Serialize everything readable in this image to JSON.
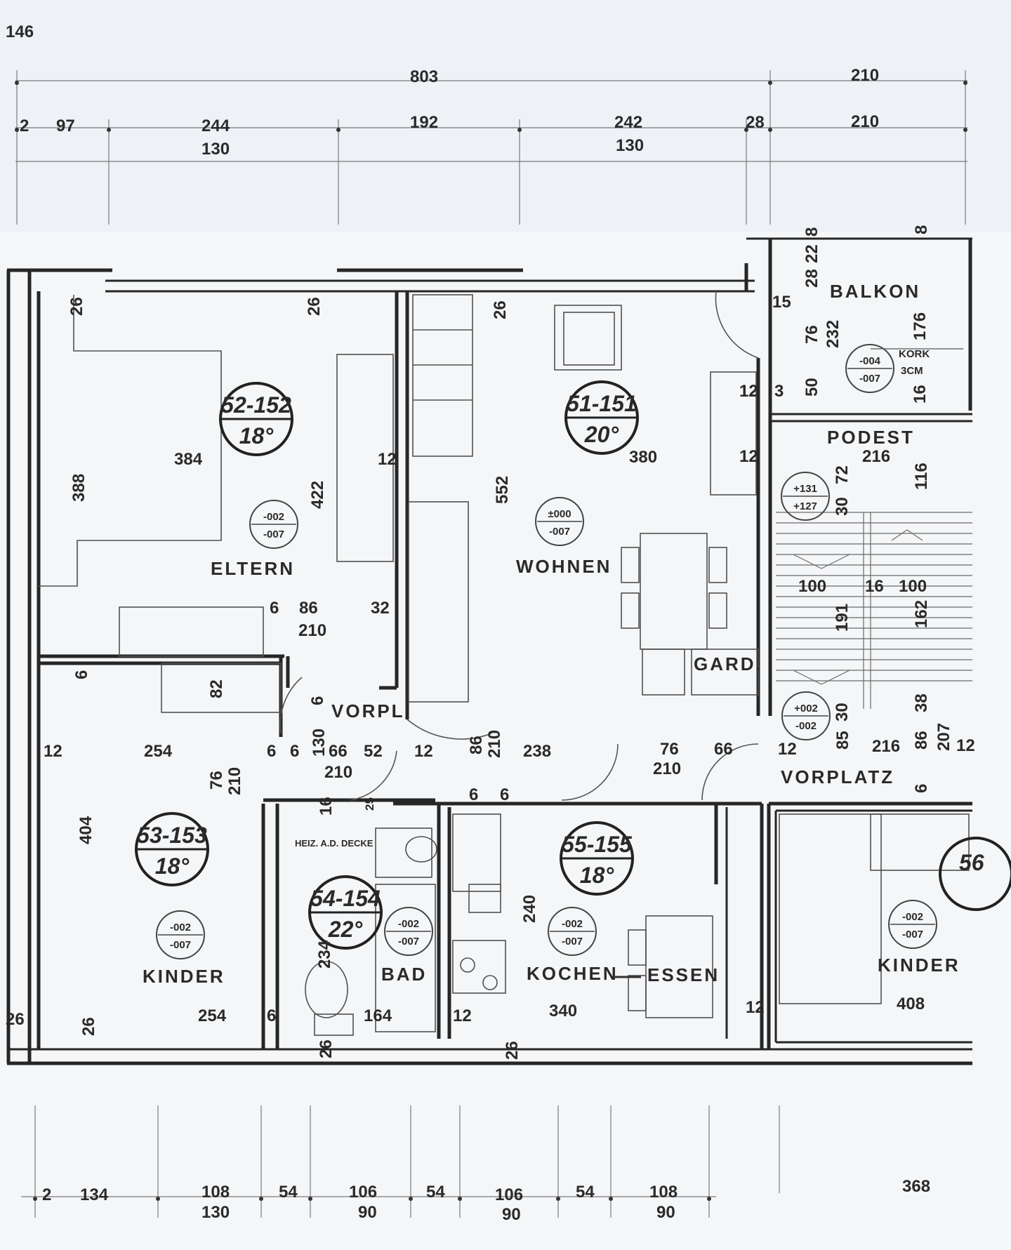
{
  "corner_number": "146",
  "dimensions_top": {
    "row1": [
      "803",
      "210"
    ],
    "row2": [
      "2",
      "97",
      "244",
      "130",
      "192",
      "242",
      "130",
      "28",
      "210"
    ]
  },
  "dimensions_bottom": {
    "row": [
      "2",
      "134",
      "108",
      "130",
      "54",
      "106",
      "90",
      "54",
      "106",
      "90",
      "54",
      "108",
      "90",
      "368"
    ]
  },
  "rooms": [
    {
      "name": "ELTERN",
      "number": "52-152",
      "temperature": "18°",
      "level": [
        "-002",
        "-007"
      ]
    },
    {
      "name": "WOHNEN",
      "number": "51-151",
      "temperature": "20°",
      "level": [
        "±000",
        "-007"
      ]
    },
    {
      "name": "BALKON",
      "level": [
        "-004",
        "-007"
      ],
      "note": [
        "KORK",
        "3CM"
      ]
    },
    {
      "name": "PODEST",
      "level": [
        "+131",
        "+127"
      ]
    },
    {
      "name": "VORPLATZ",
      "level": [
        "+002",
        "-002"
      ]
    },
    {
      "name": "KINDER",
      "number": "53-153",
      "temperature": "18°",
      "level": [
        "-002",
        "-007"
      ]
    },
    {
      "name": "BAD",
      "number": "54-154",
      "temperature": "22°",
      "level": [
        "-002",
        "-007"
      ]
    },
    {
      "name": "KOCHEN",
      "number": "55-155",
      "temperature": "18°",
      "level": [
        "-002",
        "-007"
      ]
    },
    {
      "name": "ESSEN"
    },
    {
      "name": "KINDER",
      "number": "56",
      "level": [
        "-002",
        "-007"
      ]
    },
    {
      "name": "VORPL"
    },
    {
      "name": "GARD."
    }
  ],
  "notes": {
    "heating": "HEIZ. A.D. DECKE"
  },
  "dimension_labels": {
    "eltern": [
      "26",
      "26",
      "384",
      "388",
      "422",
      "12",
      "6",
      "86",
      "210",
      "32"
    ],
    "wohnen": [
      "26",
      "380",
      "552",
      "12",
      "12"
    ],
    "balkon": [
      "8",
      "22",
      "28",
      "8",
      "15",
      "76",
      "232",
      "176",
      "50",
      "16",
      "12",
      "3"
    ],
    "podest": [
      "216",
      "72",
      "116",
      "30",
      "100",
      "16",
      "100",
      "191",
      "162",
      "38",
      "30"
    ],
    "vorpl": [
      "82",
      "6",
      "6",
      "6",
      "6"
    ],
    "middle_row": [
      "12",
      "254",
      "130",
      "66",
      "210",
      "52",
      "12",
      "86",
      "210",
      "238",
      "76",
      "210",
      "66",
      "12",
      "85",
      "216",
      "86",
      "207",
      "12"
    ],
    "kinder": [
      "404",
      "76",
      "210",
      "254",
      "6",
      "26",
      "26"
    ],
    "bad": [
      "16",
      "25",
      "6",
      "6",
      "234",
      "164",
      "12",
      "26"
    ],
    "kochen": [
      "240",
      "340",
      "12",
      "26"
    ],
    "kinder2": [
      "408",
      "6"
    ]
  }
}
